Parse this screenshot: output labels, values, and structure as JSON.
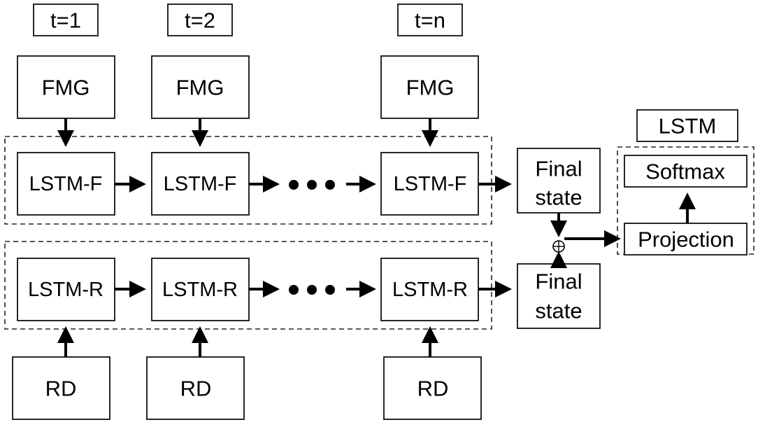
{
  "time_labels": {
    "t1": "t=1",
    "t2": "t=2",
    "tn": "t=n"
  },
  "forward": {
    "input_label": "FMG",
    "cell_label": "LSTM-F"
  },
  "reverse": {
    "input_label": "RD",
    "cell_label": "LSTM-R"
  },
  "final_state": {
    "line1": "Final",
    "line2": "state"
  },
  "classifier": {
    "title": "LSTM",
    "softmax_label": "Softmax",
    "projection_label": "Projection"
  }
}
